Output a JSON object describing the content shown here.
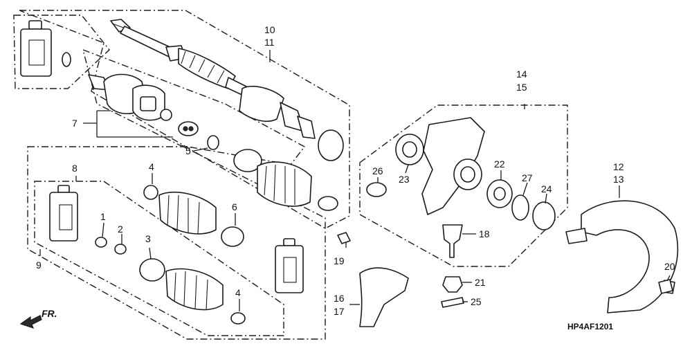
{
  "diagram": {
    "callouts": {
      "c1": "1",
      "c2": "2",
      "c3": "3",
      "c4a": "4",
      "c4b": "4",
      "c5": "5",
      "c6": "6",
      "c7": "7",
      "c8": "8",
      "c9": "9",
      "c10": "10",
      "c11": "11",
      "c12": "12",
      "c13": "13",
      "c14": "14",
      "c15": "15",
      "c16": "16",
      "c17": "17",
      "c18": "18",
      "c19": "19",
      "c20": "20",
      "c21": "21",
      "c22": "22",
      "c23": "23",
      "c24": "24",
      "c25": "25",
      "c26": "26",
      "c27": "27"
    },
    "reference_code": "HP4AF1201",
    "direction_label": "FR."
  }
}
